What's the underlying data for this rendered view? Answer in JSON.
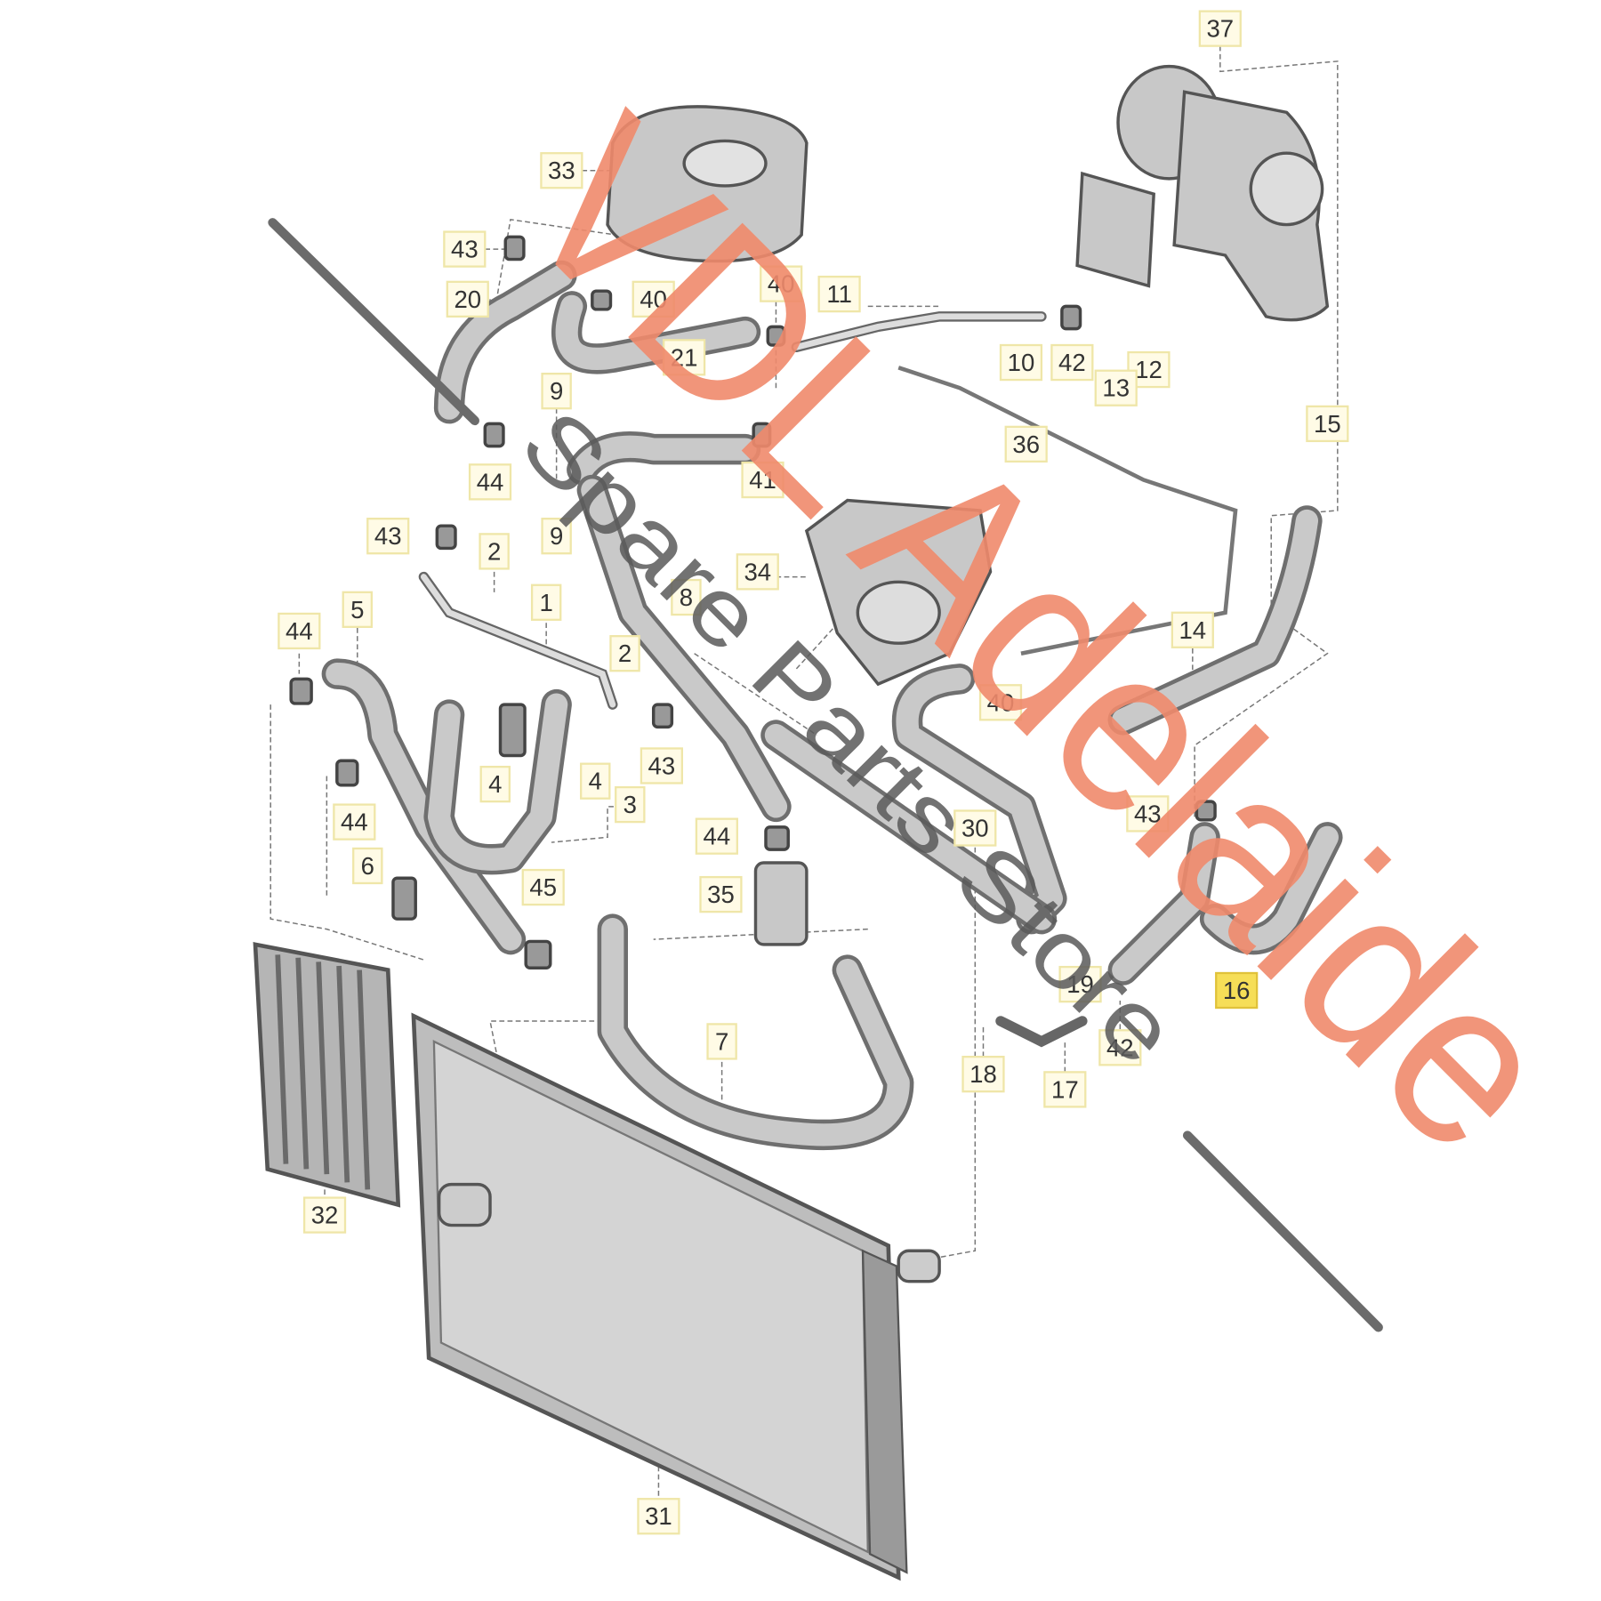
{
  "diagram": {
    "title": "Cooling system parts diagram",
    "part_labels": [
      "37",
      "33",
      "43",
      "20",
      "40",
      "40",
      "11",
      "21",
      "10",
      "42",
      "12",
      "13",
      "9",
      "36",
      "15",
      "44",
      "41",
      "43",
      "2",
      "9",
      "34",
      "8",
      "1",
      "5",
      "44",
      "14",
      "2",
      "40",
      "4",
      "4",
      "3",
      "43",
      "44",
      "43",
      "30",
      "44",
      "6",
      "45",
      "35",
      "16",
      "19",
      "7",
      "42",
      "18",
      "17",
      "32",
      "31"
    ],
    "highlighted_label": "16"
  },
  "watermark": {
    "brand": "VDL Adelaide",
    "tagline": "Spare Parts Store"
  },
  "colors": {
    "watermark_orange": "#f08a6c",
    "watermark_gray": "#5a5a5a",
    "label_highlight": "#f6de57"
  }
}
